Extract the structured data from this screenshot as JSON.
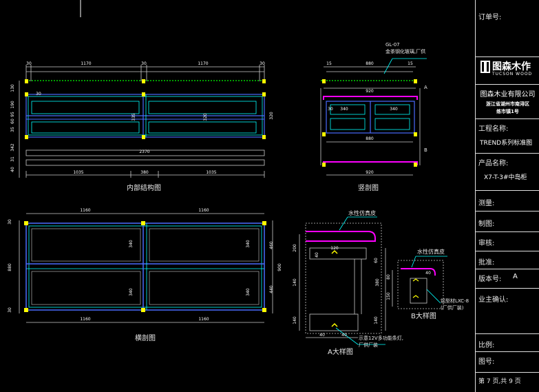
{
  "views": {
    "inner": {
      "caption": "内部结构图",
      "dims_top": [
        "30",
        "1170",
        "30",
        "1170",
        "30"
      ],
      "dims_bottom": [
        "1035",
        "380",
        "1035"
      ],
      "total": "2370",
      "dims_left": [
        "130",
        "190",
        "95",
        "60",
        "35",
        "342",
        "31",
        "40"
      ],
      "dims_inner": [
        "30",
        "335",
        "320",
        "320"
      ]
    },
    "section": {
      "caption": "竖剖图",
      "note": "GL-07\n金茶钢化玻璃,厂供",
      "dims": [
        "15",
        "880",
        "15",
        "920",
        "30",
        "340",
        "340",
        "880",
        "920"
      ],
      "markers": [
        "A",
        "B"
      ]
    },
    "cross": {
      "caption": "横剖图",
      "dims_top": [
        "1160",
        "1160"
      ],
      "dims_bottom": [
        "1160",
        "1160"
      ],
      "dims_side": [
        "30",
        "880",
        "30",
        "340",
        "340",
        "340",
        "340",
        "900",
        "460",
        "440"
      ]
    },
    "detail_a": {
      "caption": "A大样图",
      "label_top": "水性仿真皮",
      "label_bottom": "示意12V多功能条灯,\n厂供厂装",
      "dims": [
        "120",
        "40",
        "200",
        "140",
        "380",
        "60",
        "140",
        "140",
        "40",
        "40"
      ]
    },
    "detail_b": {
      "caption": "B大样图",
      "label_top": "水性仿真皮",
      "label_bottom": "铝型材LXC-8\n(厂供厂装)",
      "dims": [
        "80",
        "150",
        "40"
      ]
    }
  },
  "title_block": {
    "order_no_label": "订单号:",
    "logo_cn": "图森木作",
    "logo_en": "TUCSON WOOD",
    "company": "图森木业有限公司",
    "address_1": "浙江省湖州市南浔区",
    "address_2": "练市镇1号",
    "project_label": "工程名称:",
    "project_value": "TREND系列标准图",
    "product_label": "产品名称:",
    "product_value": "X7-T-3#中岛柜",
    "survey_label": "测量:",
    "draw_label": "制图:",
    "review_label": "审核:",
    "approve_label": "批准:",
    "version_label": "版本号:",
    "version_value": "A",
    "owner_label": "业主确认:",
    "scale_label": "比例:",
    "drawing_no_label": "图号:",
    "page_text": "第 7 页,共 9 页"
  },
  "colors": {
    "frame": "#ffffff",
    "cyan": "#00ffff",
    "blue": "#4a6cff",
    "yellow": "#ffff00",
    "magenta": "#ff00ff",
    "green": "#00ff00",
    "dim": "#cccccc"
  }
}
